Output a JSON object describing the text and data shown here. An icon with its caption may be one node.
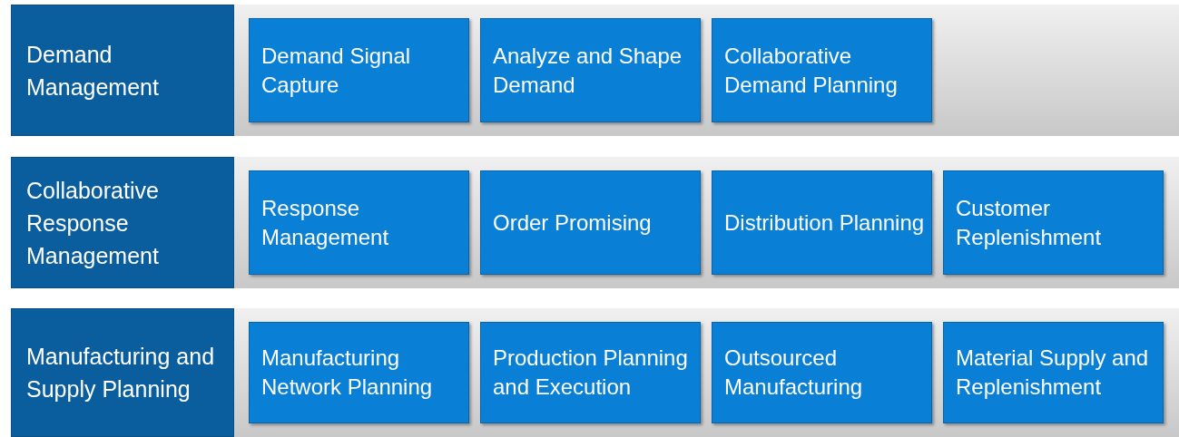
{
  "diagram": {
    "nodes": [
      {
        "text": [
          "Demand Management"
        ]
      },
      {
        "text": [
          "Demand Signal Capture"
        ]
      },
      {
        "text": [
          "Analyze and Shape Demand"
        ]
      },
      {
        "text": [
          "Collaborative Demand Planning"
        ]
      },
      {
        "text": [
          "Collaborative Response Management"
        ]
      },
      {
        "text": [
          "Response Management"
        ]
      },
      {
        "text": [
          "Order Promising"
        ]
      },
      {
        "text": [
          "Distribution Planning"
        ]
      },
      {
        "text": [
          "Customer Replenishment"
        ]
      },
      {
        "text": [
          "Manufacturing and Supply Planning"
        ]
      },
      {
        "text": [
          "Manufacturing Network Planning"
        ]
      },
      {
        "text": [
          "Production Planning and Execution"
        ]
      },
      {
        "text": [
          "Outsourced Manufacturing"
        ]
      },
      {
        "text": [
          "Material Supply and Replenishment"
        ]
      }
    ],
    "edges": []
  }
}
